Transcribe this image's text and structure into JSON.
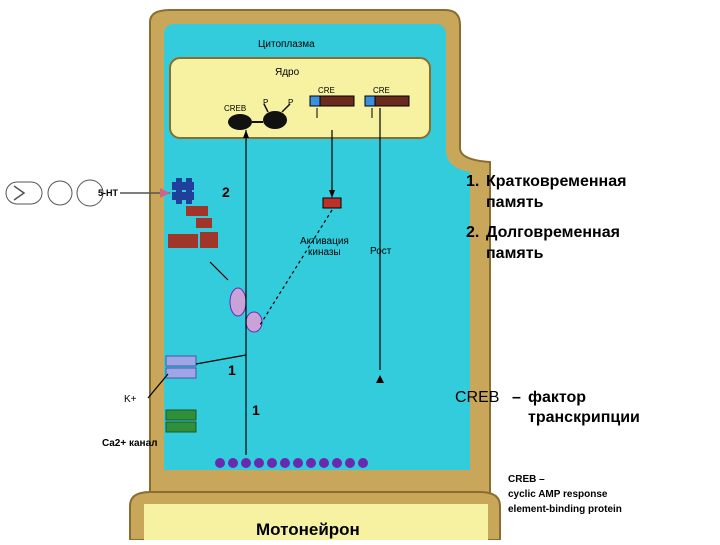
{
  "diagram": {
    "labels": {
      "cytoplasm": "Цитоплазма",
      "nucleus": "Ядро",
      "creb_nucleus": "CREB",
      "creb_gene1": "CRE",
      "creb_gene2": "CRE",
      "p1": "P",
      "p2": "P",
      "serotonin": "5-HT",
      "step2": "2",
      "step1a": "1",
      "step1b": "1",
      "kinase_line1": "Активация",
      "kinase_line2": "киназы",
      "growth": "Рост",
      "potassium": "K+",
      "calcium": "Ca2+ канал",
      "neuron": "Мотонейрон"
    },
    "colors": {
      "cell_fill": "#33ccdd",
      "cell_border": "#c8a65a",
      "nucleus_fill": "#f6f2a2",
      "receptor": "#1f3f9a",
      "kinase": "#a0352a",
      "vesicle": "#6a2ab0",
      "gene_box": "#6b2a20",
      "cre_box": "#3a8fe0"
    }
  },
  "legend": {
    "item1_num": "1.",
    "item1_line1": "Кратковременная",
    "item1_line2": "память",
    "item2_num": "2.",
    "item2_line1": "Долговременная",
    "item2_line2": "память",
    "creb_term": "CREB",
    "creb_dash": "–",
    "creb_def1": "фактор",
    "creb_def2": "транскрипции",
    "eng_line1": "CREB –",
    "eng_line2": "cyclic AMP response",
    "eng_line3": "element-binding protein"
  }
}
